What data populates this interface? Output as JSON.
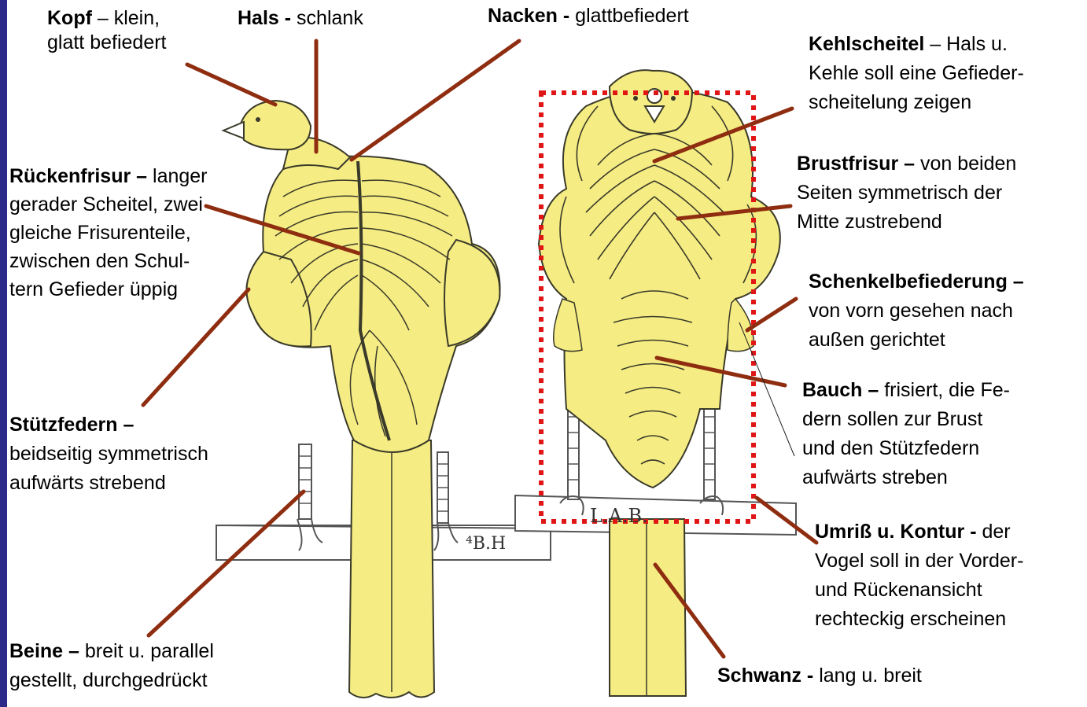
{
  "labels": {
    "kopf": {
      "term": "Kopf",
      "sep": " – ",
      "lines": [
        "klein,",
        "glatt befiedert"
      ]
    },
    "hals": {
      "term": "Hals -",
      "sep": " ",
      "lines": [
        "schlank"
      ]
    },
    "nacken": {
      "term": "Nacken -",
      "sep": " ",
      "lines": [
        "glattbefiedert"
      ]
    },
    "kehlscheitel": {
      "term": "Kehlscheitel",
      "sep": " – ",
      "lines": [
        "Hals u.",
        "Kehle soll eine Gefieder-",
        "scheitelung zeigen"
      ]
    },
    "brustfrisur": {
      "term": "Brustfrisur –",
      "sep": " ",
      "lines": [
        "von beiden",
        "Seiten symmetrisch der",
        "Mitte zustrebend"
      ]
    },
    "rueckenfrisur": {
      "term": "Rückenfrisur –",
      "sep": " ",
      "lines": [
        "langer",
        "gerader Scheitel, zwei",
        "gleiche Frisurenteile,",
        "zwischen den Schul-",
        "tern Gefieder üppig"
      ]
    },
    "schenkel": {
      "term": "Schenkelbefiederung –",
      "sep": "",
      "lines": [
        "",
        "von vorn gesehen nach",
        "außen gerichtet"
      ]
    },
    "bauch": {
      "term": "Bauch –",
      "sep": " ",
      "lines": [
        "frisiert, die Fe-",
        "dern sollen zur Brust",
        "und den Stützfedern",
        "aufwärts streben"
      ]
    },
    "stuetz": {
      "term": "Stützfedern –",
      "sep": "",
      "lines": [
        "",
        "beidseitig symmetrisch",
        "aufwärts strebend"
      ]
    },
    "umriss": {
      "term": "Umriß u. Kontur -",
      "sep": " ",
      "lines": [
        "der",
        "Vogel soll in der Vorder-",
        "und Rückenansicht",
        "rechteckig erscheinen"
      ]
    },
    "beine": {
      "term": "Beine –",
      "sep": " ",
      "lines": [
        "breit u. parallel",
        "gestellt, durchgedrückt"
      ]
    },
    "schwanz": {
      "term": "Schwanz -",
      "sep": " ",
      "lines": [
        "lang u. breit"
      ]
    }
  },
  "perch_marks": {
    "left": "⁴B.H",
    "right": "L.A.B."
  },
  "colors": {
    "feather_yellow": "#f5ec83",
    "ink": "#3a3a2a",
    "leader_line": "#8e2d10",
    "frame_dots": "#e01515",
    "side_bar": "#2b2a8a"
  }
}
